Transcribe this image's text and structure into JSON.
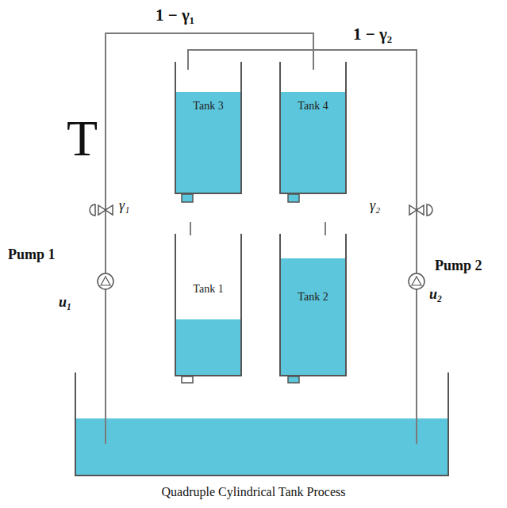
{
  "diagram": {
    "caption": "Quadruple Cylindrical Tank Process",
    "nodes": [
      {
        "text": [
          "Tank 3"
        ]
      },
      {
        "text": [
          "Tank 4"
        ]
      },
      {
        "text": [
          "Tank 1"
        ]
      },
      {
        "text": [
          "Tank 2"
        ]
      }
    ],
    "labels": [
      "1 − γ₁",
      "1 − γ₂",
      "T",
      "γ₁",
      "γ₂",
      "Pump 1",
      "u₁",
      "Pump 2",
      "u₂"
    ]
  }
}
